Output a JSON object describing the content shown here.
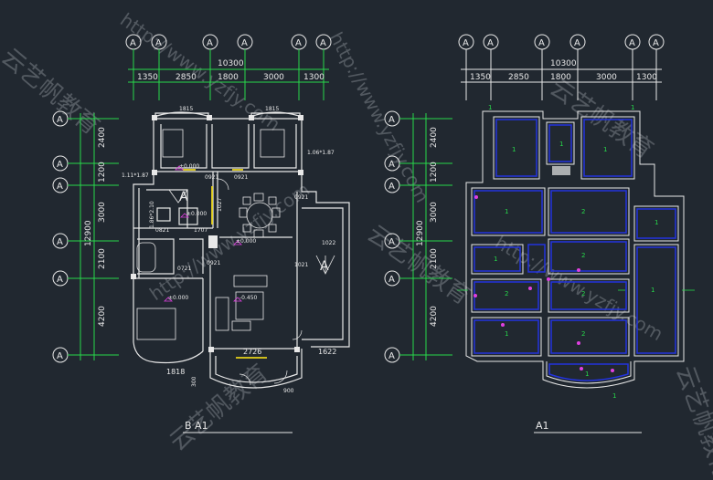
{
  "grid_bubble_label": "A",
  "colors": {
    "background": "#212830",
    "dimension_green": "#27d84a",
    "wall_white": "#e8e8e8",
    "slab_blue": "#2233dd",
    "label_magenta": "#e040e0",
    "door_yellow": "#e6d21a",
    "watermark": "#7c8189"
  },
  "left_plan": {
    "overall_width": "10300",
    "top_dims": [
      "1350",
      "2850",
      "1800",
      "3000",
      "1300"
    ],
    "side_total": "12900",
    "side_dims": [
      "2400",
      "1200",
      "3000",
      "2100",
      "4200"
    ],
    "title": "B A1",
    "notes": {
      "elev1": "±0.000",
      "elev2": "±0.000",
      "elev3": "±0.000",
      "elev4": "±0.000",
      "elev_living": "-0.450",
      "slope1": "1.11*1.87",
      "slope2": "1.06*1.87",
      "slope3": "1.86*2.10",
      "dim_2726": "2726",
      "dim_1622": "1622",
      "dim_1818": "1818",
      "dim_1815": "1815",
      "dim_1815b": "1815",
      "dim_900": "900",
      "dim_300": "300",
      "door_m0921a": "0921",
      "door_m0921b": "0921",
      "door_m0921c": "0921",
      "door_m0921d": "0921",
      "door_m1021": "1021",
      "door_m1022": "1022",
      "door_m0821": "0821",
      "door_m1027": "1027",
      "door_m0721": "0721",
      "door_m1707": "1707",
      "stair_a": "A",
      "stair_b": "A"
    }
  },
  "right_plan": {
    "overall_width": "10300",
    "top_dims": [
      "1350",
      "2850",
      "1800",
      "3000",
      "1300"
    ],
    "side_total": "12900",
    "side_dims": [
      "2400",
      "1200",
      "3000",
      "2100",
      "4200"
    ],
    "title": "A1",
    "slab_label": "1",
    "slab_label2": "2"
  },
  "watermarks": [
    "http://www.yzfjy.com",
    "云艺帆教育"
  ]
}
